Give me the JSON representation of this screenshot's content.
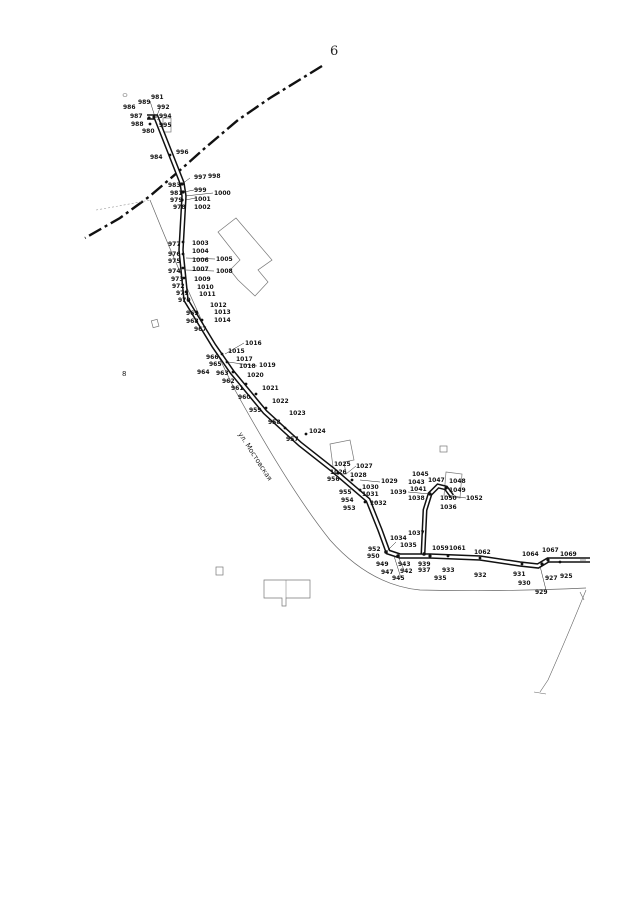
{
  "page_number": "6",
  "street_name": "ул. Мостовская",
  "side_mark": "8",
  "point_labels": {
    "p981": "981",
    "p989": "989",
    "p992": "992",
    "p986": "986",
    "p987": "987",
    "p994": "994",
    "p988": "988",
    "p995": "995",
    "p980": "980",
    "p984": "984",
    "p996": "996",
    "p997": "997",
    "p998": "998",
    "p983": "983",
    "p999": "999",
    "p1000": "1000",
    "p981b": "981",
    "p979": "979",
    "p1001": "1001",
    "p978": "978",
    "p1002": "1002",
    "p977": "977",
    "p1003": "1003",
    "p976": "976",
    "p1004": "1004",
    "p975": "975",
    "p1006": "1006",
    "p1005": "1005",
    "p974": "974",
    "p1007": "1007",
    "p1008": "1008",
    "p973": "973",
    "p1009": "1009",
    "p972": "972",
    "p1010": "1010",
    "p971": "971",
    "p1011": "1011",
    "p970": "970",
    "p1012": "1012",
    "p969": "969",
    "p1013": "1013",
    "p968": "968",
    "p1014": "1014",
    "p967": "967",
    "p1016": "1016",
    "p1015": "1015",
    "p966": "966",
    "p1017": "1017",
    "p965": "965",
    "p1018": "1018",
    "p1019": "1019",
    "p964": "964",
    "p963": "963",
    "p1020": "1020",
    "p962": "962",
    "p961": "961",
    "p1021": "1021",
    "p960": "960",
    "p1022": "1022",
    "p959": "959",
    "p1023": "1023",
    "p958": "958",
    "p1024": "1024",
    "p957": "957",
    "p1025": "1025",
    "p1027": "1027",
    "p1026": "1026",
    "p1028": "1028",
    "p1029": "1029",
    "p956": "956",
    "p1030": "1030",
    "p955": "955",
    "p1031": "1031",
    "p954": "954",
    "p953": "953",
    "p1032": "1032",
    "p1045": "1045",
    "p1043": "1043",
    "p1047": "1047",
    "p1048": "1048",
    "p1041": "1041",
    "p1049": "1049",
    "p1039": "1039",
    "p1038": "1038",
    "p1050": "1050",
    "p1052": "1052",
    "p1036": "1036",
    "p1034": "1034",
    "p1037": "1037",
    "p1035": "1035",
    "p1059": "1059",
    "p1061": "1061",
    "p1062": "1062",
    "p1064": "1064",
    "p1067": "1067",
    "p1069": "1069",
    "p952": "952",
    "p950": "950",
    "p949": "949",
    "p943": "943",
    "p947": "947",
    "p942": "942",
    "p945": "945",
    "p939": "939",
    "p937": "937",
    "p933": "933",
    "p935": "935",
    "p932": "932",
    "p931": "931",
    "p927": "927",
    "p925": "925",
    "p930": "930",
    "p929": "929"
  }
}
